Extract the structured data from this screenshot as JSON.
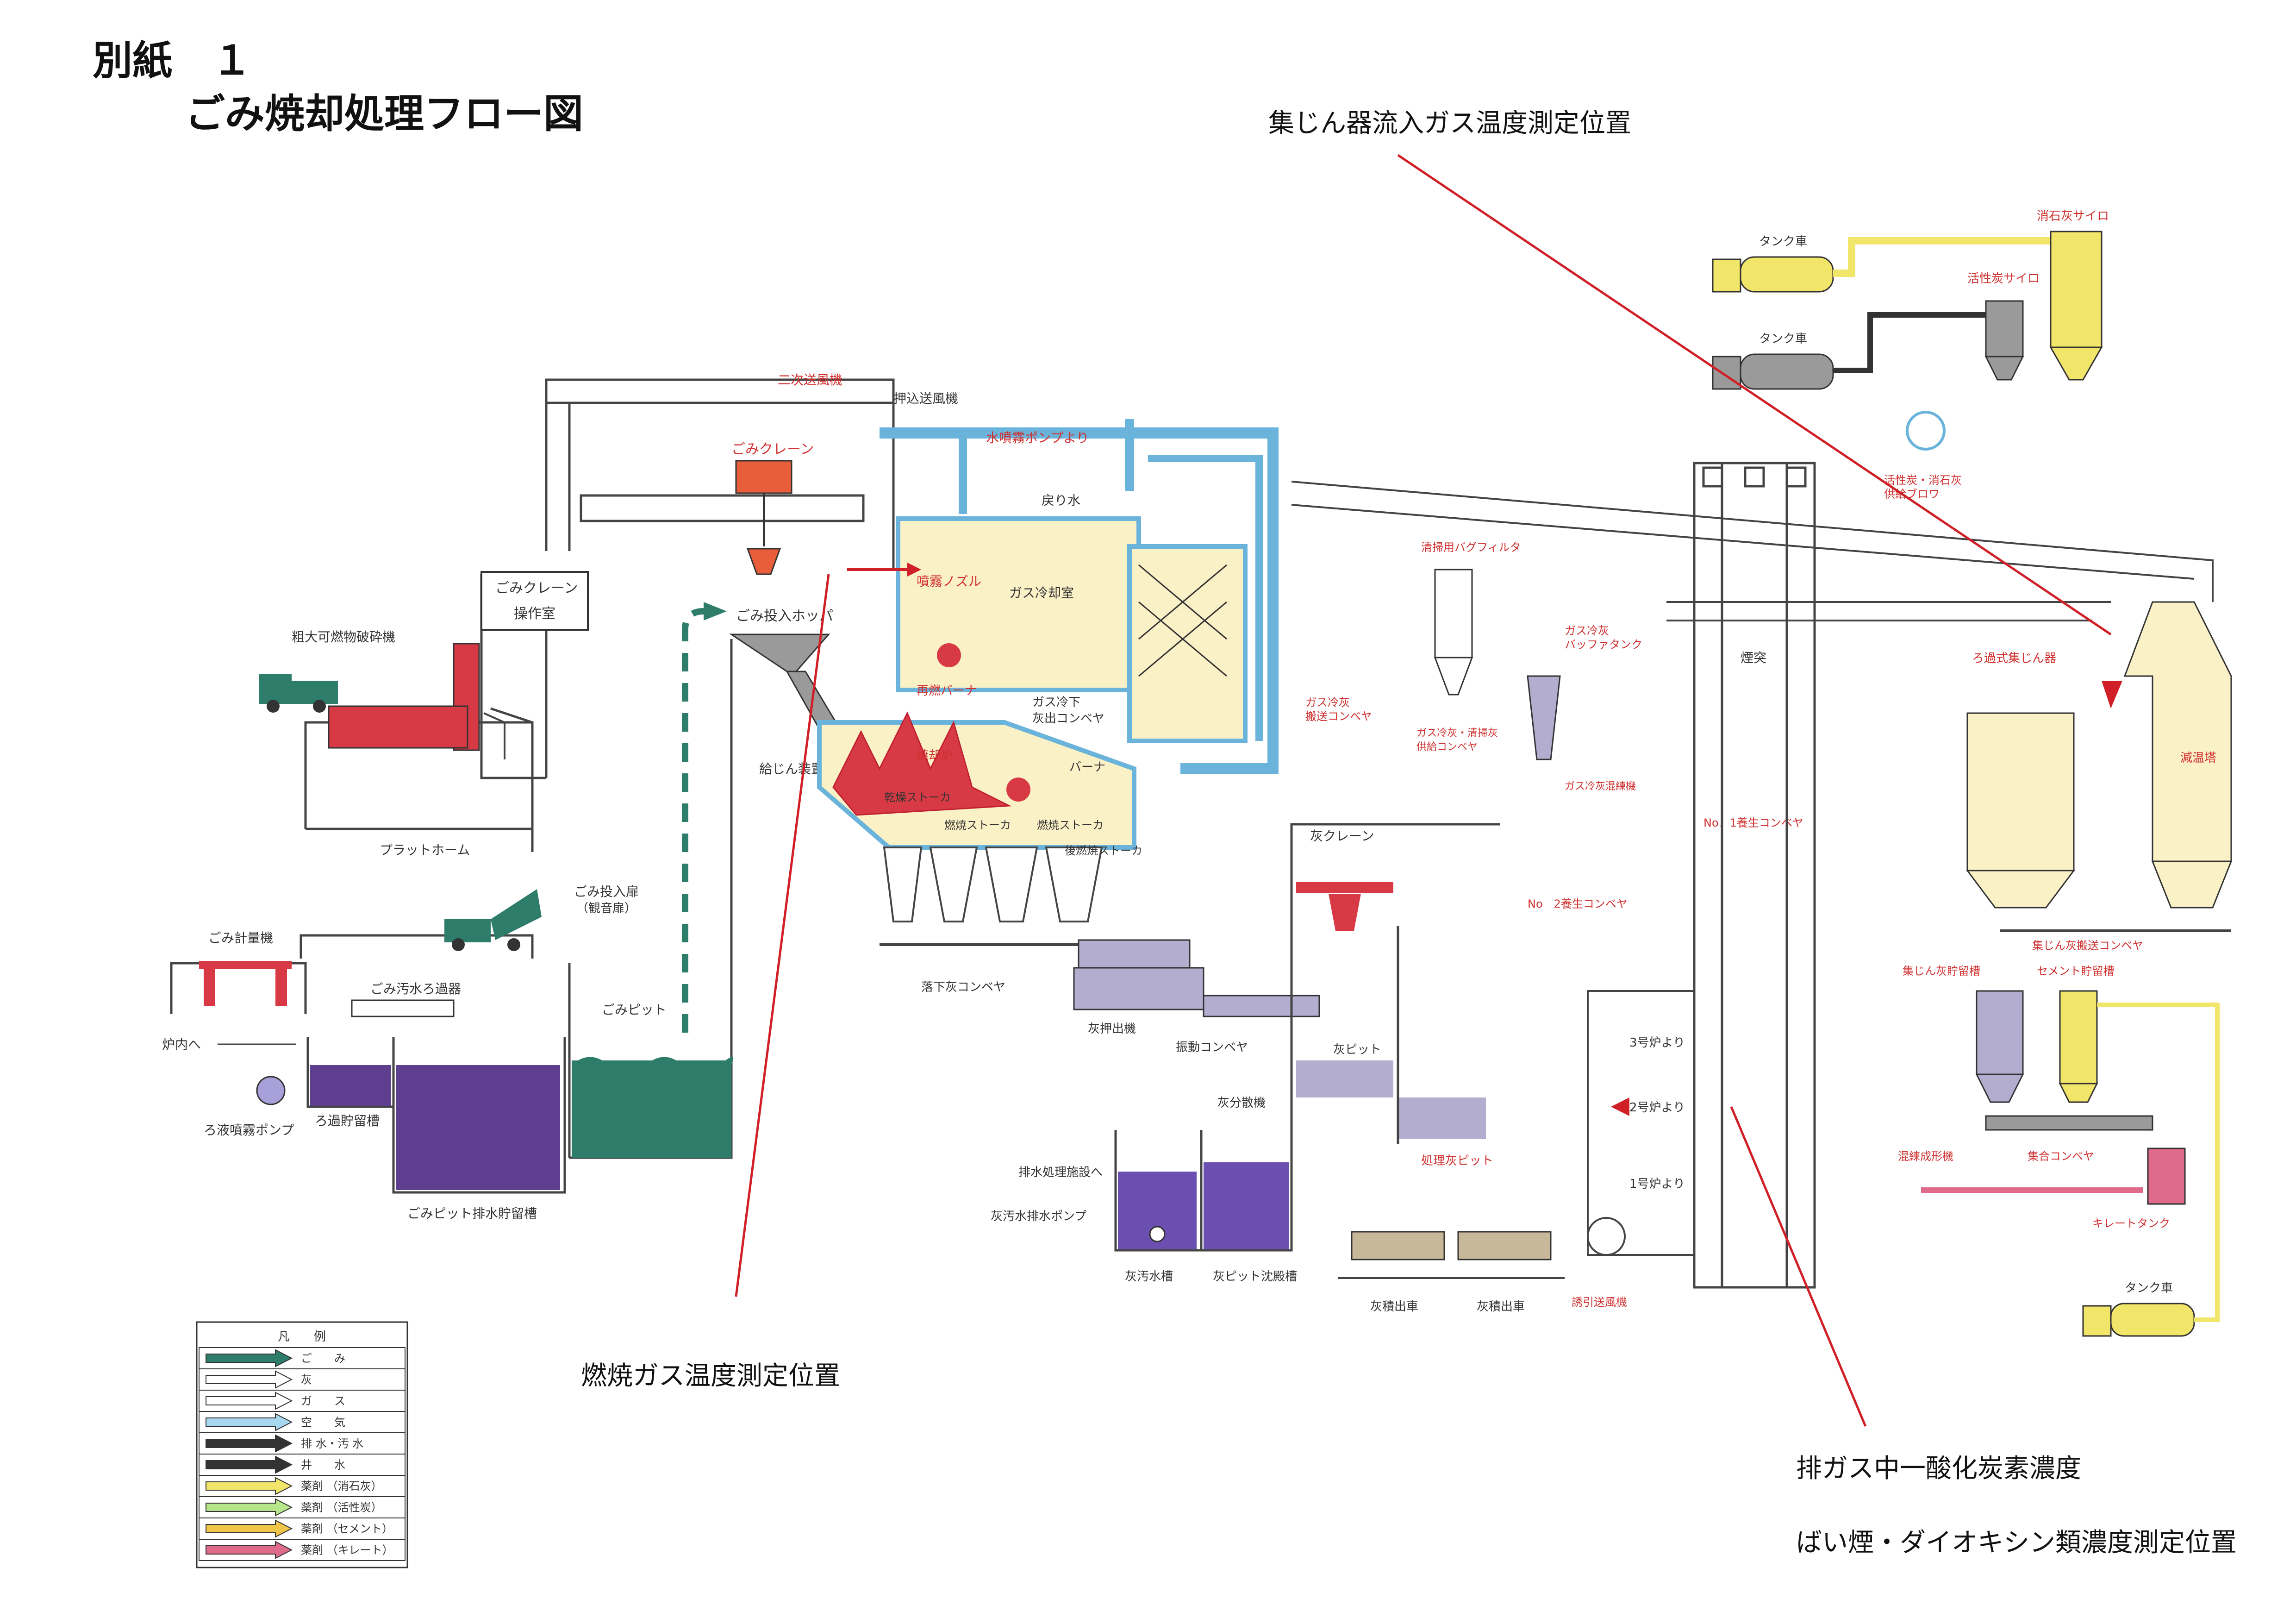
{
  "header": {
    "attachment": "別紙　１",
    "title": "ごみ焼却処理フロー図"
  },
  "annotations": {
    "dust_collector_inlet": "集じん器流入ガス温度測定位置",
    "combustion_gas": "燃焼ガス温度測定位置",
    "co_concentration": "排ガス中一酸化炭素濃度",
    "dioxin": "ばい煙・ダイオキシン類濃度測定位置"
  },
  "labels": {
    "secondary_fan": "二次送風機",
    "push_fan": "押込送風機",
    "garbage_crane": "ごみクレーン",
    "crane_room_1": "ごみクレーン",
    "crane_room_2": "操作室",
    "bulky_crusher": "粗大可燃物破砕機",
    "hopper": "ごみ投入ホッパ",
    "feeder": "給じん装置",
    "platform": "プラットホーム",
    "charging_door_1": "ごみ投入扉",
    "charging_door_2": "（観音扉）",
    "scale": "ごみ計量機",
    "pit": "ごみピット",
    "sewage_filter": "ごみ汚水ろ過器",
    "to_furnace": "炉内へ",
    "filtrate_pump": "ろ液噴霧ポンプ",
    "filtrate_tank": "ろ過貯留槽",
    "pit_drain_tank": "ごみピット排水貯留槽",
    "from_spray_pump": "水噴霧ポンプより",
    "return_water": "戻り水",
    "spray_nozzle": "噴霧ノズル",
    "gas_cooling_room": "ガス冷却室",
    "reburn_burner": "再燃バーナ",
    "gas_cooler_conveyor_1": "ガス冷下",
    "gas_cooler_conveyor_2": "灰出コンベヤ",
    "furnace": "焼却炉",
    "burner": "バーナ",
    "drying_stoker": "乾燥ストーカ",
    "combustion_stoker_1": "燃焼ストーカ",
    "combustion_stoker_2": "燃焼ストーカ",
    "post_combustion_stoker": "後燃焼ストーカ",
    "falling_ash_conveyor": "落下灰コンベヤ",
    "ash_extruder": "灰押出機",
    "vibrating_conveyor": "振動コンベヤ",
    "ash_crane": "灰クレーン",
    "ash_pit": "灰ピット",
    "ash_distributor": "灰分散機",
    "to_wastewater": "排水処理施設へ",
    "ash_water_pump": "灰汚水排水ポンプ",
    "ash_water_tank": "灰汚水槽",
    "ash_pit_settling": "灰ピット沈殿槽",
    "treated_ash_pit": "処理灰ピット",
    "ash_truck_1": "灰積出車",
    "ash_truck_2": "灰積出車",
    "cleaning_bag_filter": "清掃用バグフィルタ",
    "gas_ash_buffer_1": "ガス冷灰",
    "gas_ash_buffer_2": "バッファタンク",
    "gas_ash_transport_1": "ガス冷灰",
    "gas_ash_transport_2": "搬送コンベヤ",
    "supply_conveyor_1": "ガス冷灰・清掃灰",
    "supply_conveyor_2": "供給コンベヤ",
    "gas_ash_mixer": "ガス冷灰混練機",
    "no1_conveyor": "No．1養生コンベヤ",
    "no2_conveyor": "No　2養生コンベヤ",
    "stack": "煙突",
    "from_no3": "3号炉より",
    "from_no2": "2号炉より",
    "from_no1": "1号炉より",
    "induced_fan": "誘引送風機",
    "tank_truck_1": "タンク車",
    "tank_truck_2": "タンク車",
    "tank_truck_3": "タンク車",
    "lime_silo": "消石灰サイロ",
    "carbon_silo": "活性炭サイロ",
    "blower_1": "活性炭・消石灰",
    "blower_2": "供給ブロワ",
    "bag_filter": "ろ過式集じん器",
    "cooling_tower": "減温塔",
    "dust_conveyor": "集じん灰搬送コンベヤ",
    "dust_storage": "集じん灰貯留槽",
    "cement_storage": "セメント貯留槽",
    "kneader": "混練成形機",
    "collect_conveyor": "集合コンベヤ",
    "chelate_tank": "キレートタンク"
  },
  "legend": {
    "title": "凡　　例",
    "items": [
      {
        "label": "ご　　み",
        "color": "#2e7d6b"
      },
      {
        "label": "灰",
        "color": "#ffffff"
      },
      {
        "label": "ガ　　ス",
        "color": "#ffffff"
      },
      {
        "label": "空　　気",
        "color": "#a8d8f0"
      },
      {
        "label": "排 水・汚 水",
        "color": "#333333"
      },
      {
        "label": "井　　水",
        "color": "#333333"
      },
      {
        "label": "薬剤 （消石灰）",
        "color": "#f2e66a"
      },
      {
        "label": "薬剤 （活性炭）",
        "color": "#b7e58a"
      },
      {
        "label": "薬剤 （セメント）",
        "color": "#f0c64a"
      },
      {
        "label": "薬剤 （キレート）",
        "color": "#e06a8a"
      }
    ]
  },
  "colors": {
    "garbage": "#2e7d6b",
    "furnace_red": "#d83a45",
    "gas_yellow": "#fbf1c7",
    "air_blue": "#6ab4dc",
    "sewage_purple": "#5e3f8f",
    "ash_gray": "#b3aed0",
    "annotation_red": "#d01f26"
  }
}
